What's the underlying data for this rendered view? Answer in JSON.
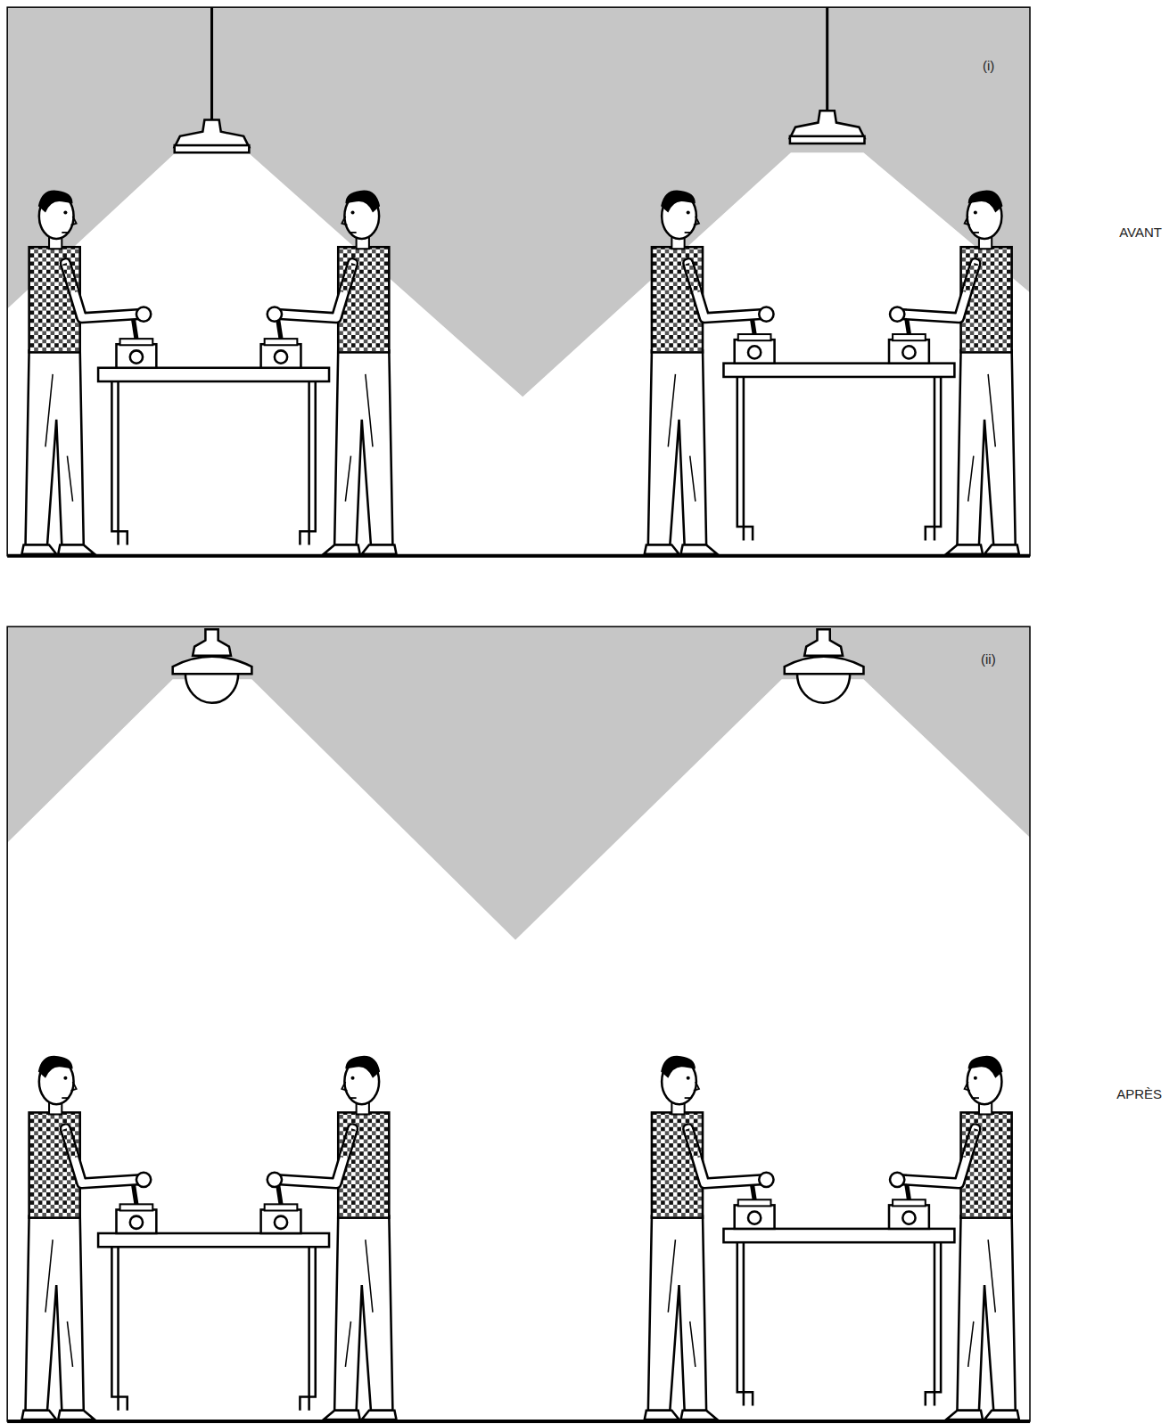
{
  "diagram": {
    "labels": [
      "(i)",
      "AVANT",
      "(ii)",
      "APRÈS"
    ]
  }
}
